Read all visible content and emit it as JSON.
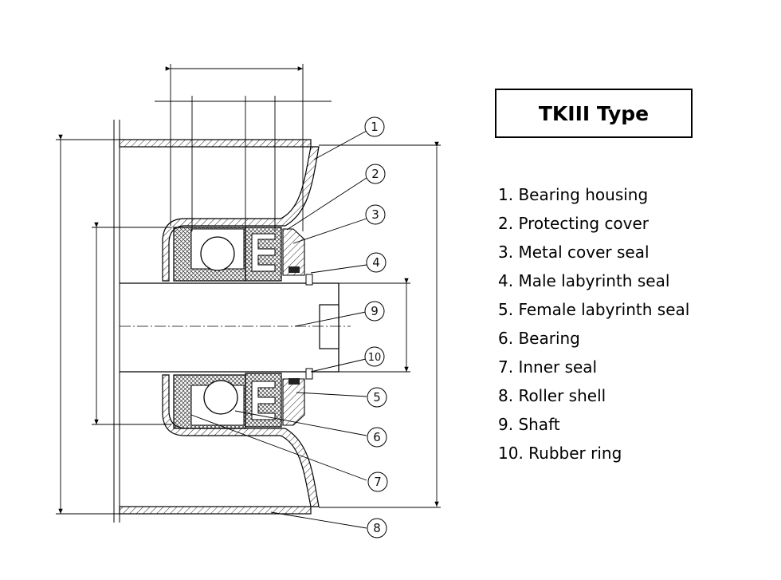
{
  "title": "TKIII Type",
  "legend": [
    "1. Bearing housing",
    "2. Protecting cover",
    "3. Metal cover seal",
    "4. Male labyrinth seal",
    "5. Female labyrinth seal",
    "6. Bearing",
    "7. Inner seal",
    "8. Roller shell",
    "9. Shaft",
    "10. Rubber ring"
  ],
  "callouts": [
    "1",
    "2",
    "3",
    "4",
    "5",
    "6",
    "7",
    "8",
    "9",
    "10"
  ]
}
